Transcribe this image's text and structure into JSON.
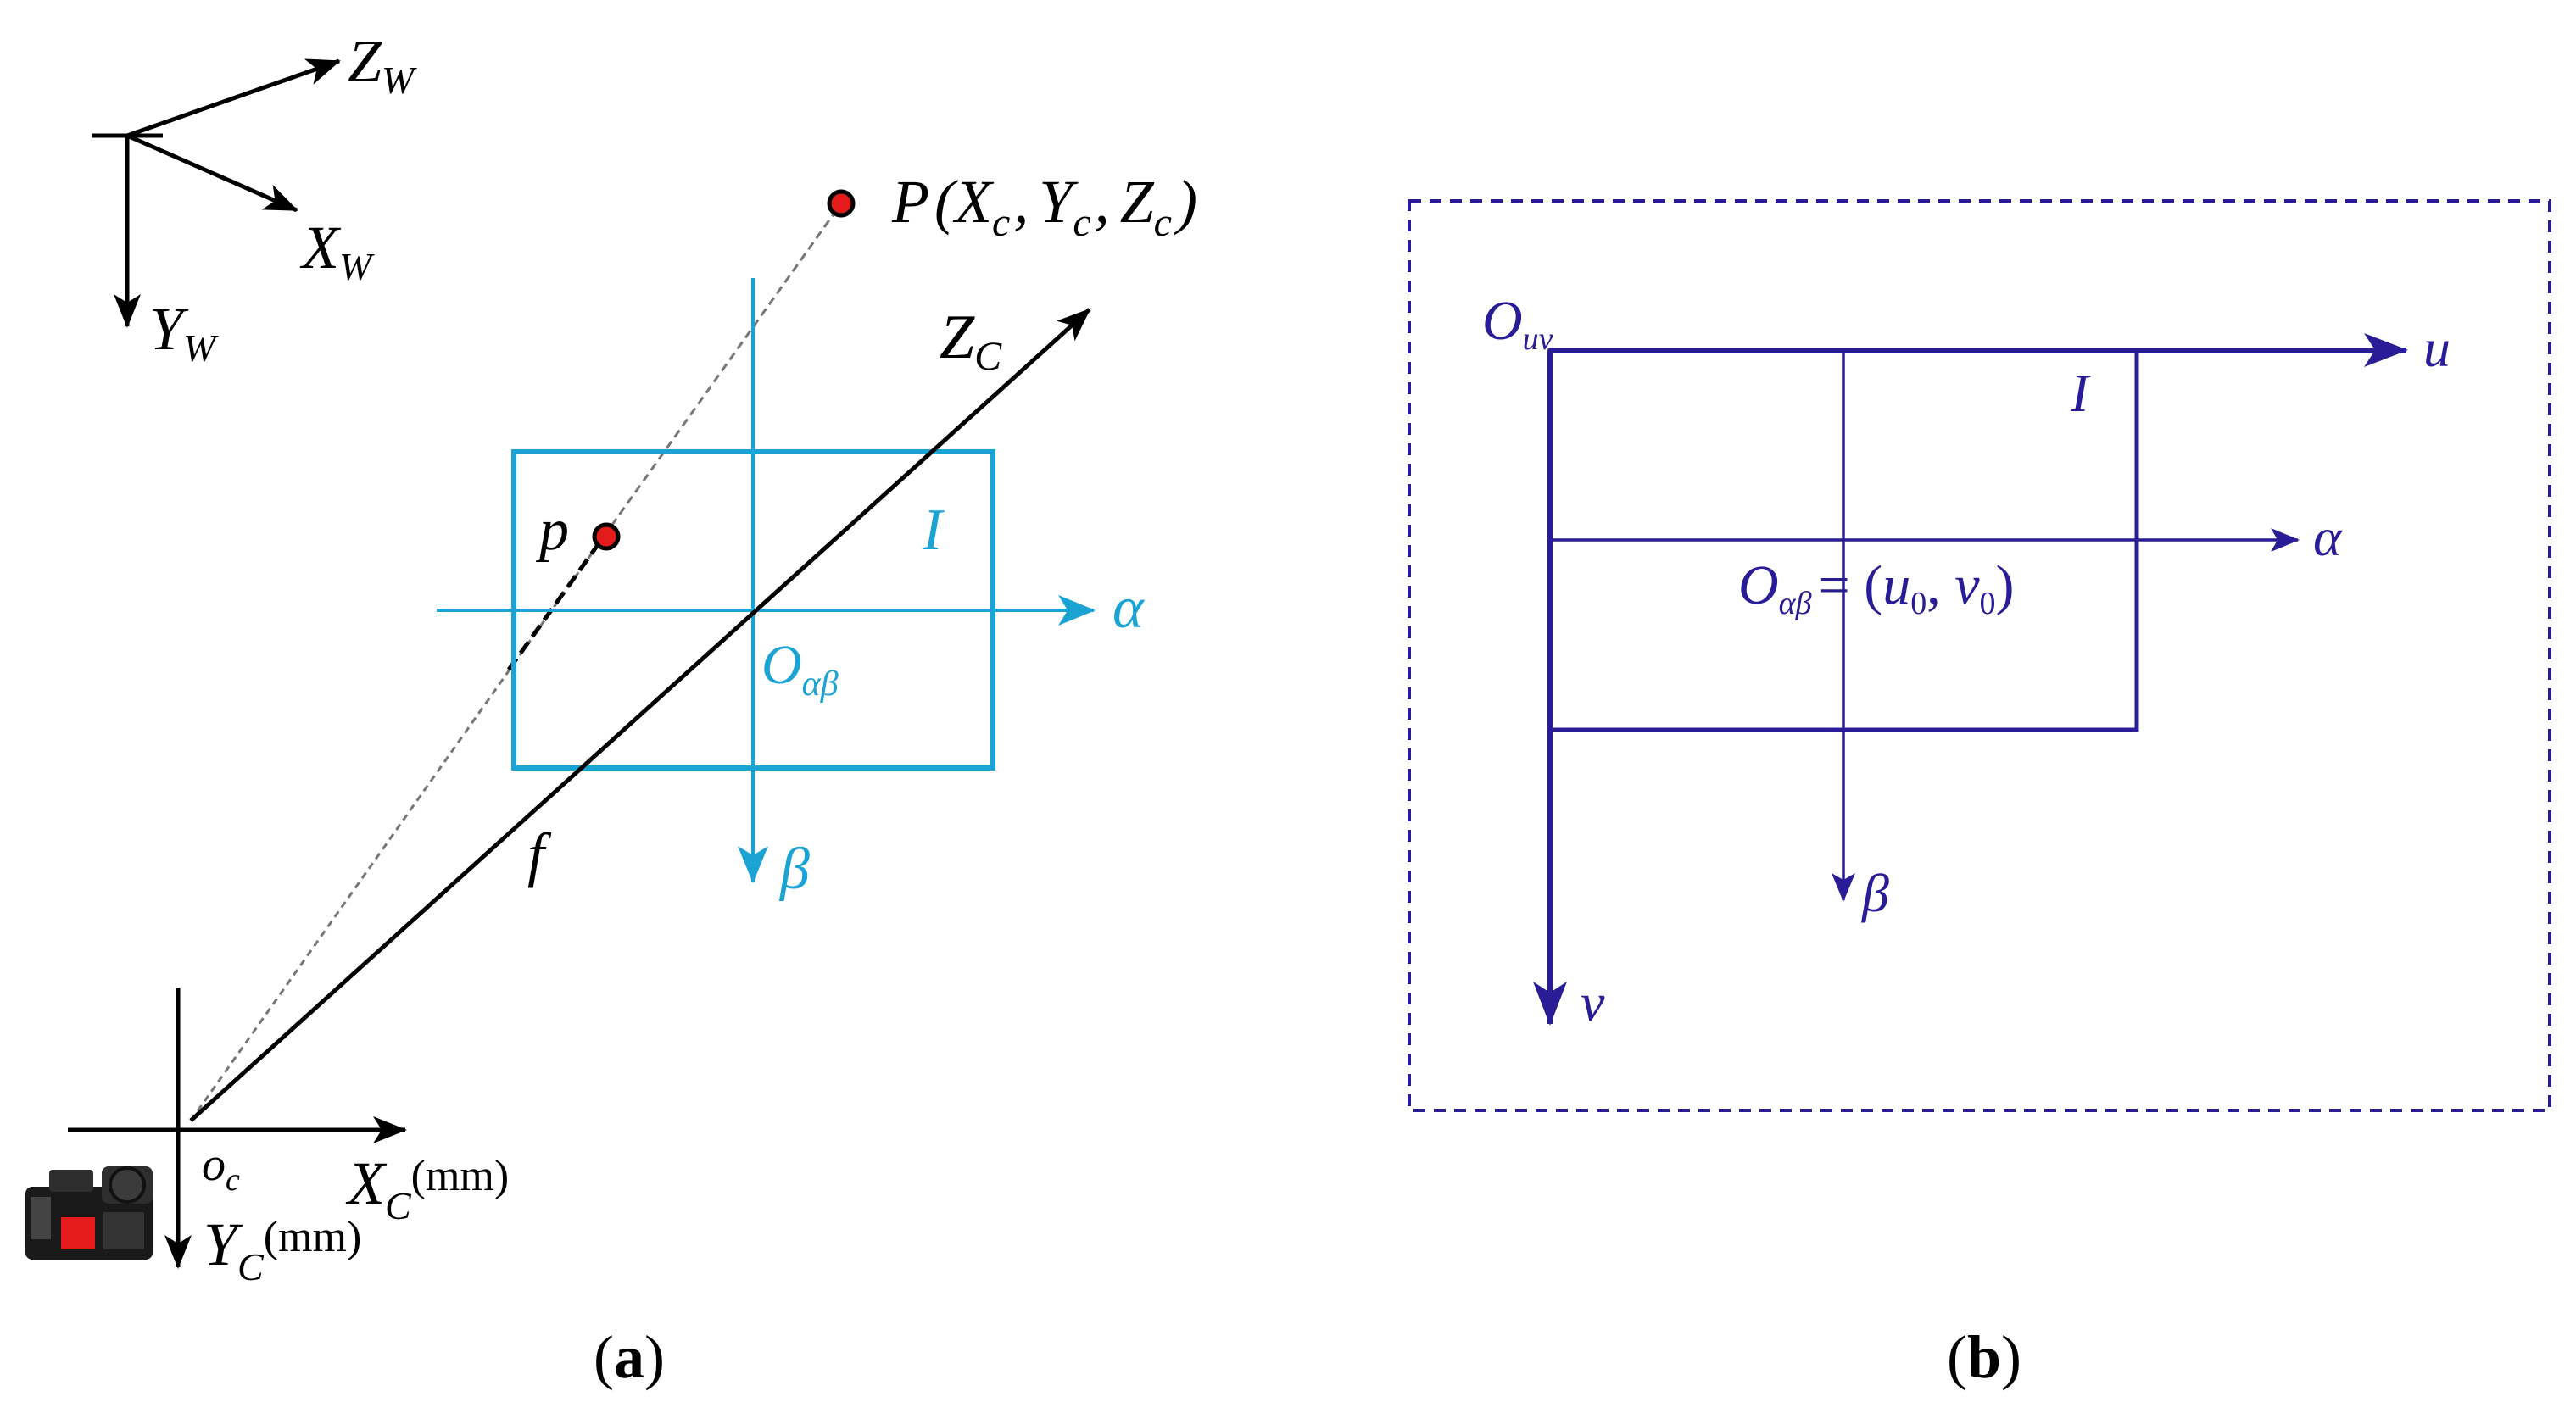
{
  "panel_a": {
    "world_axes": {
      "zw": "Z",
      "zw_sub": "W",
      "xw": "X",
      "xw_sub": "W",
      "yw": "Y",
      "yw_sub": "W"
    },
    "point_P": {
      "name": "P",
      "open": "(",
      "x": "X",
      "x_sub": "c",
      "sep1": ",",
      "y": "Y",
      "y_sub": "c",
      "sep2": ",",
      "z": "Z",
      "z_sub": "c",
      "close": ")"
    },
    "optical_axis": {
      "name": "Z",
      "sub": "C"
    },
    "point_p": "p",
    "image_plane": "I",
    "alpha": "α",
    "beta": "β",
    "origin_ab": {
      "name": "O",
      "sub": "αβ"
    },
    "focal": "f",
    "camera_origin": {
      "name": "o",
      "sub": "c"
    },
    "xc": {
      "name": "X",
      "sub": "C",
      "unit": "(mm)"
    },
    "yc": {
      "name": "Y",
      "sub": "C",
      "unit": "(mm)"
    },
    "caption": {
      "open": "(",
      "letter": "a",
      "close": ")"
    }
  },
  "panel_b": {
    "origin_uv": {
      "name": "O",
      "sub": "uv"
    },
    "u": "u",
    "v": "v",
    "image_plane": "I",
    "alpha": "α",
    "beta": "β",
    "center": {
      "name": "O",
      "sub": "αβ",
      "eq": "= (",
      "u0": "u",
      "u0_sub": "0",
      "comma": ", ",
      "v0": "v",
      "v0_sub": "0",
      "close": ")"
    },
    "caption": {
      "open": "(",
      "letter": "b",
      "close": ")"
    }
  },
  "colors": {
    "black": "#000000",
    "cyan": "#1ba3d4",
    "navy": "#2a1c96",
    "red": "#e31b1b"
  }
}
